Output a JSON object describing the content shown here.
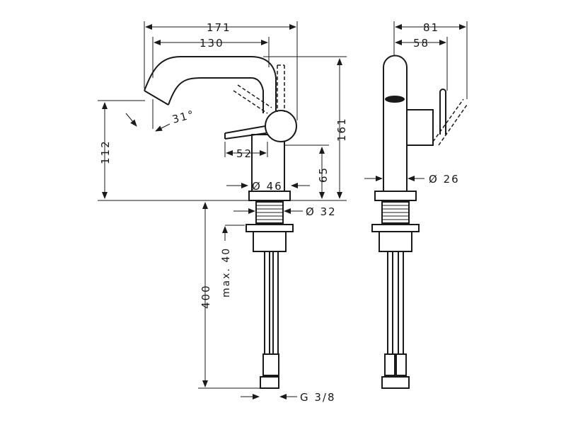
{
  "dimensions": {
    "width_total": "171",
    "width_spout": "130",
    "angle": "31°",
    "height_spout": "112",
    "lever_offset": "52",
    "height_total": "161",
    "height_handle": "65",
    "diameter_base": "Ø 46",
    "diameter_shank": "Ø 32",
    "max_thickness": "max. 40",
    "hose_length": "400",
    "connection": "G 3/8",
    "depth_total": "81",
    "depth_handle": "58",
    "diameter_body": "Ø 26"
  }
}
